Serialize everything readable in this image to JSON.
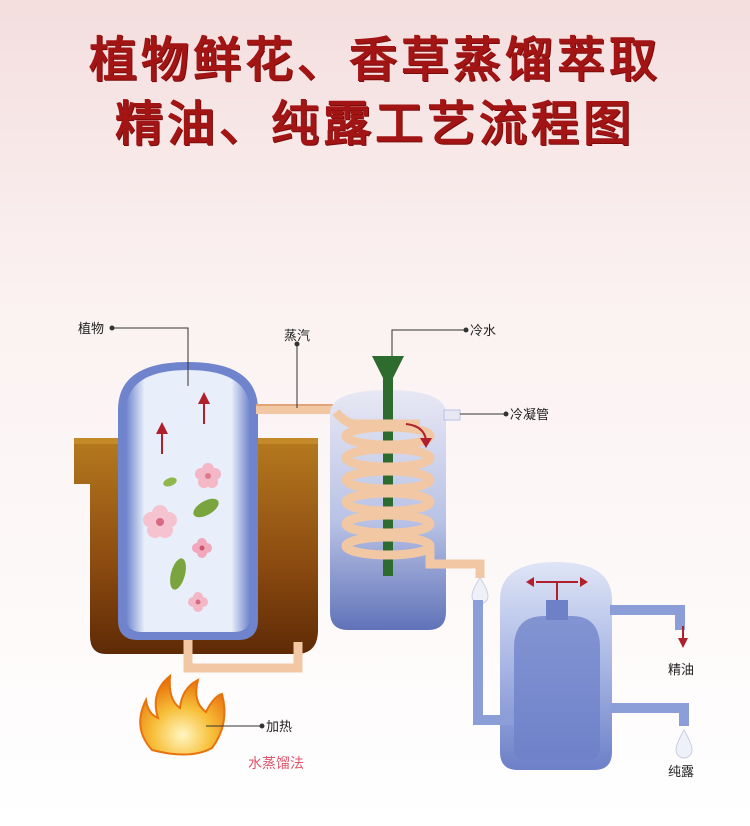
{
  "header": {
    "title_line1": "植物鲜花、香草蒸馏萃取",
    "title_line2": "精油、纯露工艺流程图"
  },
  "labels": {
    "plant": "植物",
    "steam": "蒸汽",
    "cold_water": "冷水",
    "condenser": "冷凝管",
    "heating": "加热",
    "method": "水蒸馏法",
    "essential_oil": "精油",
    "hydrosol": "纯露"
  },
  "colors": {
    "title": "#a31414",
    "vessel_blue": "#6d80c8",
    "pipe_peach": "#f2c8a4",
    "water_bath": "#8a4a10",
    "arrow_red": "#b0202a",
    "flame": "#f5a41a"
  }
}
